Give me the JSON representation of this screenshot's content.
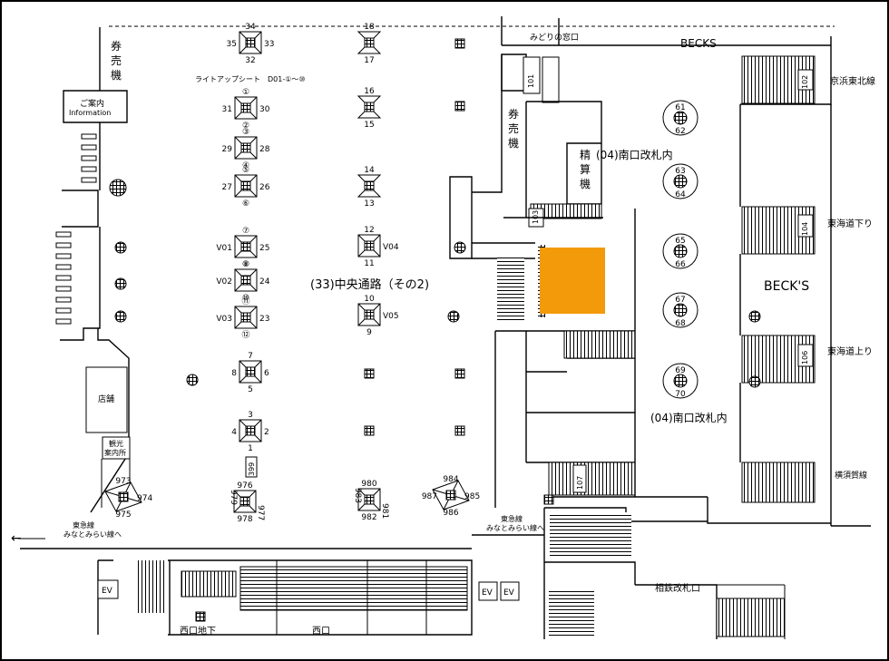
{
  "colors": {
    "highlight": "#F29A0A",
    "line": "#000000",
    "background": "#FFFFFF"
  },
  "labels": {
    "midori_window": "みどりの窓口",
    "becks_top": "BECKS",
    "becks_center": "BECK'S",
    "ticket_left": "券売機",
    "ticket_center": "券売機",
    "fare_adjust": "精算機",
    "information_jp": "ご案内",
    "information_en": "Information",
    "shop": "店舗",
    "tourist_info": "観光案内所",
    "lightup_sheet": "ライトアップシート　D01-①〜⑩",
    "central_passage": "(33)中央通路（その2)",
    "south_gate_upper": "(04)南口改札内",
    "south_gate_lower": "(04)南口改札内",
    "keihin_tohoku": "京浜東北線",
    "tokaido_down": "東海道下り",
    "tokaido_up": "東海道上り",
    "yokosuka": "横須賀線",
    "tokyu_left_1": "東急線",
    "tokyu_left_2": "みなとみらい線へ",
    "tokyu_right_1": "東急線",
    "tokyu_right_2": "みなとみらい線へ",
    "sotetsu_gate": "相鉄改札口",
    "west_exit_underground": "西口地下",
    "west_exit": "西口",
    "ev_left": "EV",
    "ev_mid_1": "EV",
    "ev_mid_2": "EV",
    "stair_101": "101",
    "stair_102": "102",
    "stair_103": "103",
    "stair_104": "104",
    "stair_106": "106",
    "stair_107": "107",
    "tag_399": "399"
  },
  "pillars": [
    {
      "id": "p34",
      "labels": {
        "t": "34",
        "b": "32",
        "l": "35",
        "r": "33"
      }
    },
    {
      "id": "p31",
      "labels": {
        "t": "①",
        "b": "②",
        "l": "31",
        "r": "30"
      }
    },
    {
      "id": "p29",
      "labels": {
        "t": "③",
        "b": "④",
        "l": "29",
        "r": "28"
      }
    },
    {
      "id": "p27",
      "labels": {
        "t": "⑤",
        "b": "⑥",
        "l": "27",
        "r": "26"
      }
    },
    {
      "id": "pV01",
      "labels": {
        "t": "⑦",
        "b": "⑧",
        "l": "V01",
        "r": "25"
      }
    },
    {
      "id": "pV02",
      "labels": {
        "t": "⑨",
        "b": "⑩",
        "l": "V02",
        "r": "24"
      }
    },
    {
      "id": "pV03",
      "labels": {
        "t": "⑪",
        "b": "⑫",
        "l": "V03",
        "r": "23"
      }
    },
    {
      "id": "p7",
      "labels": {
        "t": "7",
        "b": "5",
        "l": "8",
        "r": "6"
      }
    },
    {
      "id": "p3",
      "labels": {
        "t": "3",
        "b": "1",
        "l": "4",
        "r": "2"
      }
    },
    {
      "id": "p976",
      "labels": {
        "t": "976",
        "b": "978",
        "l": "979",
        "r": "977"
      }
    },
    {
      "id": "p18",
      "labels": {
        "t": "18",
        "b": "17",
        "l": "",
        "r": ""
      }
    },
    {
      "id": "p16",
      "labels": {
        "t": "16",
        "b": "15",
        "l": "",
        "r": ""
      }
    },
    {
      "id": "p14",
      "labels": {
        "t": "14",
        "b": "13",
        "l": "",
        "r": ""
      }
    },
    {
      "id": "p12",
      "labels": {
        "t": "12",
        "b": "11",
        "l": "",
        "r": "V04"
      }
    },
    {
      "id": "p10",
      "labels": {
        "t": "10",
        "b": "9",
        "l": "",
        "r": "V05"
      }
    },
    {
      "id": "p980",
      "labels": {
        "t": "980",
        "b": "982",
        "l": "983",
        "r": "981"
      }
    },
    {
      "id": "p973",
      "labels": {
        "t": "973",
        "b": "975",
        "l": "",
        "r": "974"
      }
    },
    {
      "id": "p984",
      "labels": {
        "t": "984",
        "b": "986",
        "l": "987",
        "r": "985"
      }
    }
  ],
  "circles": [
    {
      "id": "c61",
      "t": "61",
      "b": "62"
    },
    {
      "id": "c63",
      "t": "63",
      "b": "64"
    },
    {
      "id": "c65",
      "t": "65",
      "b": "66"
    },
    {
      "id": "c67",
      "t": "67",
      "b": "68"
    },
    {
      "id": "c69",
      "t": "69",
      "b": "70"
    }
  ],
  "navigation": {
    "arrow": "←"
  }
}
